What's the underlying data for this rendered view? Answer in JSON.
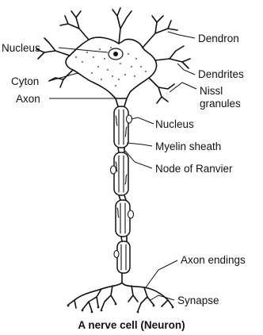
{
  "labels": {
    "nucleus_top": "Nucleus",
    "cyton": "Cyton",
    "axon": "Axon",
    "dendron": "Dendron",
    "dendrites": "Dendrites",
    "nissl_line1": "Nissl",
    "nissl_line2": "granules",
    "nucleus_myelin": "Nucleus",
    "myelin_sheath": "Myelin sheath",
    "node_of_ranvier": "Node of Ranvier",
    "axon_endings": "Axon endings",
    "synapse": "Synapse"
  },
  "caption": "A nerve cell (Neuron)"
}
